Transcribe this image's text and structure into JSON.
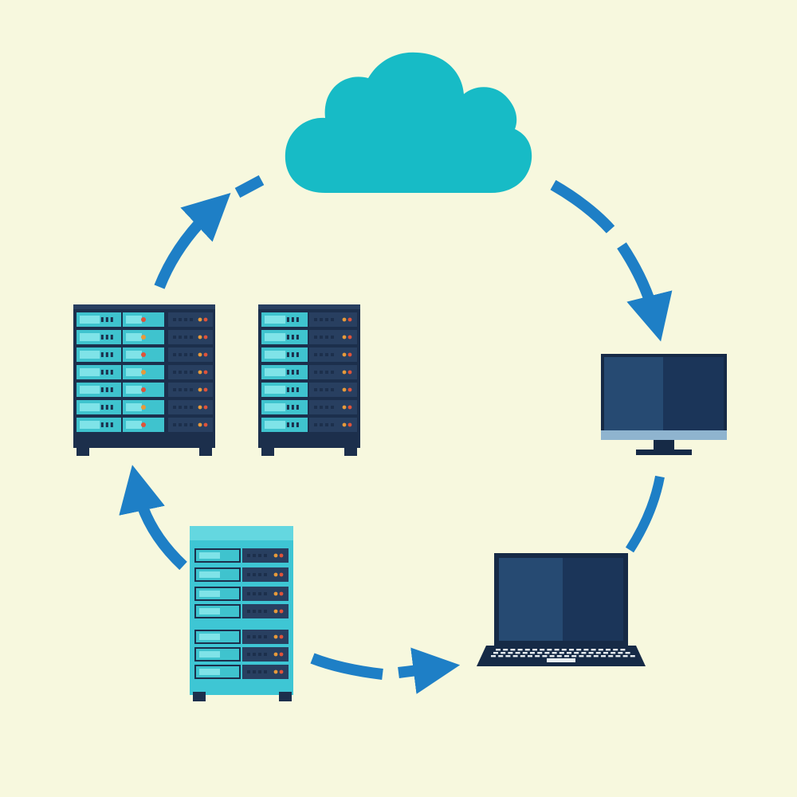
{
  "diagram": {
    "nodes": [
      {
        "id": "cloud",
        "icon": "cloud-icon"
      },
      {
        "id": "server-rack-large",
        "icon": "server-rack-icon"
      },
      {
        "id": "server-rack-small",
        "icon": "server-rack-icon"
      },
      {
        "id": "desktop-monitor",
        "icon": "monitor-icon"
      },
      {
        "id": "laptop",
        "icon": "laptop-icon"
      },
      {
        "id": "server-tower",
        "icon": "server-tower-icon"
      }
    ],
    "connections": [
      {
        "from": "server-rack-large",
        "to": "cloud",
        "style": "dashed-arrow"
      },
      {
        "from": "cloud",
        "to": "desktop-monitor",
        "style": "dashed-arrow"
      },
      {
        "from": "desktop-monitor",
        "to": "laptop",
        "style": "dashed-line"
      },
      {
        "from": "server-tower",
        "to": "laptop",
        "style": "dashed-arrow"
      },
      {
        "from": "server-tower",
        "to": "server-rack-large",
        "style": "arrow"
      }
    ]
  },
  "colors": {
    "background": "#F7F8DE",
    "cloud": "#17BBC6",
    "arrow": "#1E7FC6",
    "rack_dark": "#1C2F4C",
    "rack_panel": "#283F60",
    "drive_light": "#3FC3CE",
    "drive_highlight": "#7FE3E8",
    "tower_body": "#3EC6D4",
    "screen_left": "#264A72",
    "screen_right": "#1B3559",
    "monitor_bezel": "#162A46",
    "monitor_chin": "#8FB4CF",
    "keyboard_key": "#E8EEF2",
    "led_red": "#E0533A",
    "led_green": "#3DCB6B",
    "led_orange": "#E79A3A"
  }
}
